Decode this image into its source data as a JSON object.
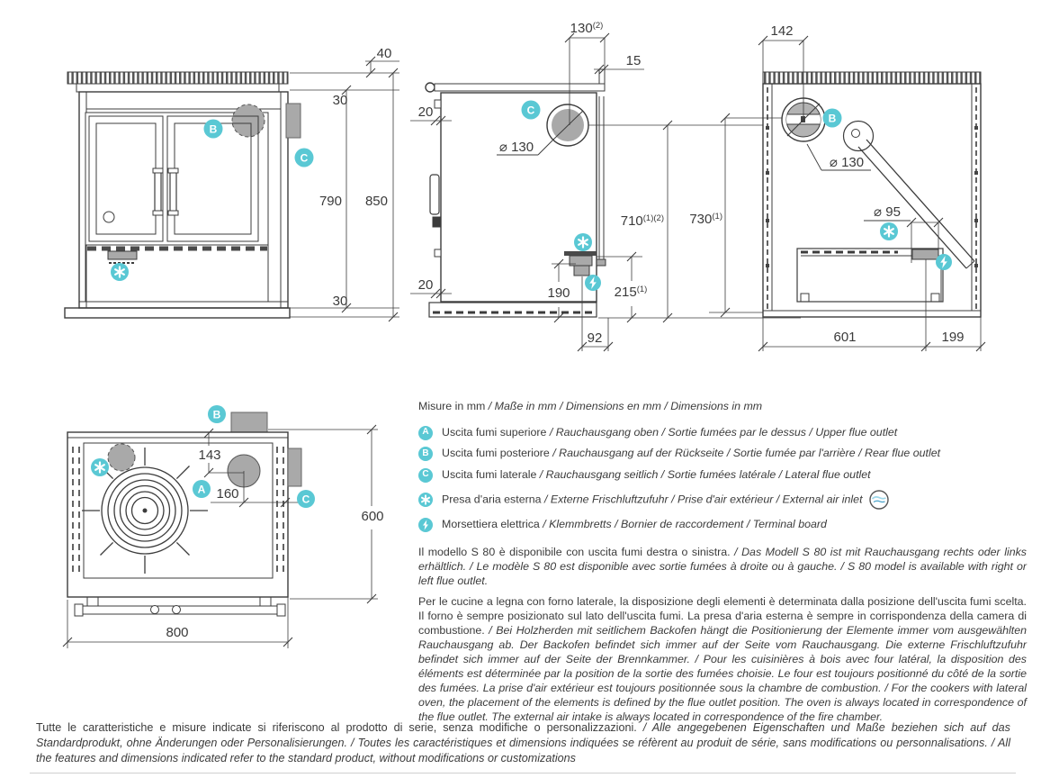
{
  "colors": {
    "accent_teal": "#5ac8d4",
    "gray_fill": "#a9a9a9",
    "line": "#3c3c3c"
  },
  "markers": {
    "a": "A",
    "b": "B",
    "c": "C",
    "air_icon": "asterisk-icon",
    "electric_icon": "lightning-icon"
  },
  "views": {
    "front": {
      "top_thickness": "40",
      "top_gap": "30",
      "height_body": "790",
      "height_total": "850",
      "base_height": "30"
    },
    "side": {
      "flue_offset": "130",
      "flue_offset_sup": "(2)",
      "lip": "15",
      "clearance_top": "20",
      "clearance_bottom": "20",
      "flue_diameter": "⌀ 130",
      "flue_height": "710",
      "flue_height_sup": "(1)(2)",
      "air_height": "190",
      "terminal_height": "215",
      "terminal_height_sup": "(1)",
      "terminal_offset": "92"
    },
    "back": {
      "flue_offset": "142",
      "flue_diameter": "⌀ 130",
      "flue_height": "730",
      "flue_height_sup": "(1)",
      "air_diameter": "⌀ 95",
      "width_main": "601",
      "width_side": "199"
    },
    "top": {
      "rear_flue_offset": "143",
      "upper_flue_offset": "160",
      "depth": "600",
      "width": "800"
    }
  },
  "legend": {
    "title_primary": "Misure in mm",
    "title_rest": " / Maße in mm / Dimensions en mm / Dimensions in mm",
    "items": [
      {
        "badge": "A",
        "primary": "Uscita fumi superiore",
        "rest": " / Rauchausgang oben  / Sortie fumées par le dessus / Upper flue outlet"
      },
      {
        "badge": "B",
        "primary": "Uscita fumi posteriore",
        "rest": " /  Rauchausgang auf der Rückseite / Sortie fumée par l'arrière / Rear flue outlet"
      },
      {
        "badge": "C",
        "primary": "Uscita fumi laterale",
        "rest": " / Rauchausgang seitlich  / Sortie fumées latérale / Lateral flue outlet"
      },
      {
        "icon": "asterisk-icon",
        "primary": "Presa d'aria esterna",
        "rest": " / Externe Frischluftzufuhr / Prise d'air extérieur / External air inlet",
        "suffix_icon": "external-air-badge-icon"
      },
      {
        "icon": "lightning-icon",
        "primary": "Morsettiera elettrica",
        "rest": " / Klemmbretts / Bornier de raccordement / Terminal board"
      }
    ]
  },
  "paragraphs": [
    {
      "primary": "Il modello S 80 è disponibile con uscita fumi destra o sinistra.",
      "rest": " / Das Modell S 80 ist mit Rauchausgang rechts oder links erhältlich. / Le modèle S 80 est disponible avec sortie fumées à droite ou à gauche. / S 80 model is available with right or left flue outlet."
    },
    {
      "primary": "Per le cucine a legna con forno laterale, la disposizione degli elementi è determinata dalla posizione dell'uscita fumi scelta. Il forno è sempre posizionato sul lato dell'uscita fumi. La presa d'aria esterna è sempre in corrispondenza della camera di combustione.",
      "rest": " / Bei Holzherden mit seitlichem Backofen hängt die Positionierung der Elemente immer vom ausgewählten Rauchausgang ab. Der Backofen befindet sich immer auf der Seite vom Rauchausgang. Die externe Frischluftzufuhr befindet sich immer auf der Seite der Brennkammer. / Pour les cuisinières à bois avec four latéral, la disposition des éléments est déterminée par la position de la sortie des fumées choisie. Le four est toujours positionné du côté de la sortie des fumées. La prise d'air extérieur est toujours positionnée sous la chambre de combustion. / For the cookers with lateral oven, the placement of the elements is defined by the flue outlet position. The oven is always located in correspondence of the flue outlet. The external air intake is always located in correspondence of the fire chamber."
    }
  ],
  "footer": {
    "primary": "Tutte le caratteristiche e misure indicate si riferiscono al prodotto di serie, senza modifiche o personalizzazioni.",
    "rest": " / Alle angegebenen Eigenschaften und Maße beziehen sich auf das Standardprodukt, ohne Änderungen oder Personalisierungen. / Toutes les caractéristiques et dimensions indiquées se réfèrent au produit de série, sans modifications ou personnalisations. / All the features and dimensions indicated refer to the standard product, without modifications or customizations"
  }
}
